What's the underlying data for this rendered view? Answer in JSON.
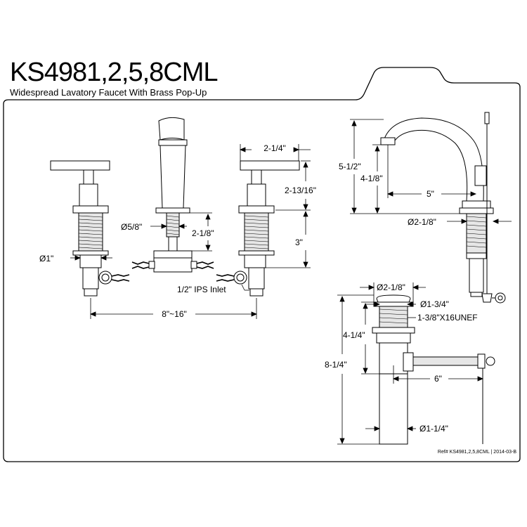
{
  "header": {
    "model": "KS4981,2,5,8CML",
    "description": "Widespread Lavatory Faucet With Brass Pop-Up"
  },
  "dimensions": {
    "handle_width": "2-1/4\"",
    "handle_height": "2-13/16\"",
    "spout_shank_dia": "Ø5/8\"",
    "shank_height": "2-1/8\"",
    "valve_height": "3\"",
    "valve_dia": "Ø1\"",
    "inlet": "1/2\" IPS Inlet",
    "spread": "8\"~16\"",
    "overall_height": "5-1/2\"",
    "spout_height": "4-1/8\"",
    "spout_reach": "5\"",
    "base_dia": "Ø2-1/8\"",
    "drain_flange_dia": "Ø2-1/8\"",
    "drain_stopper_dia": "Ø1-3/4\"",
    "drain_thread": "1-3/8\"X16UNEF",
    "drain_upper_height": "4-1/4\"",
    "drain_total_height": "8-1/4\"",
    "lift_rod_length": "6\"",
    "tailpiece_dia": "Ø1-1/4\""
  },
  "footer": {
    "reference": "Ref# KS4981,2,5,8CML | 2014-03-B"
  }
}
